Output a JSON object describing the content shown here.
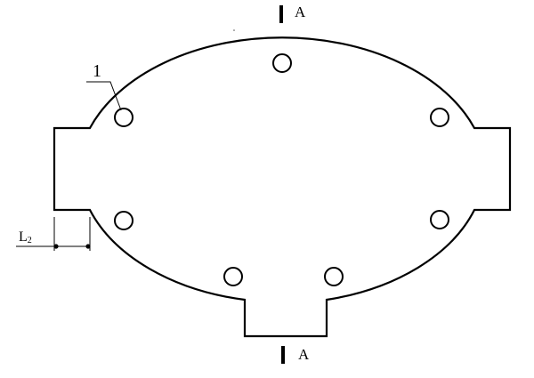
{
  "section_marker_top": "A",
  "section_marker_bottom": "A",
  "callout_label": "1",
  "dimension_label": "L",
  "dimension_subscript": "2",
  "hole_count": 7,
  "colors": {
    "line": "#000000",
    "background": "#ffffff"
  }
}
